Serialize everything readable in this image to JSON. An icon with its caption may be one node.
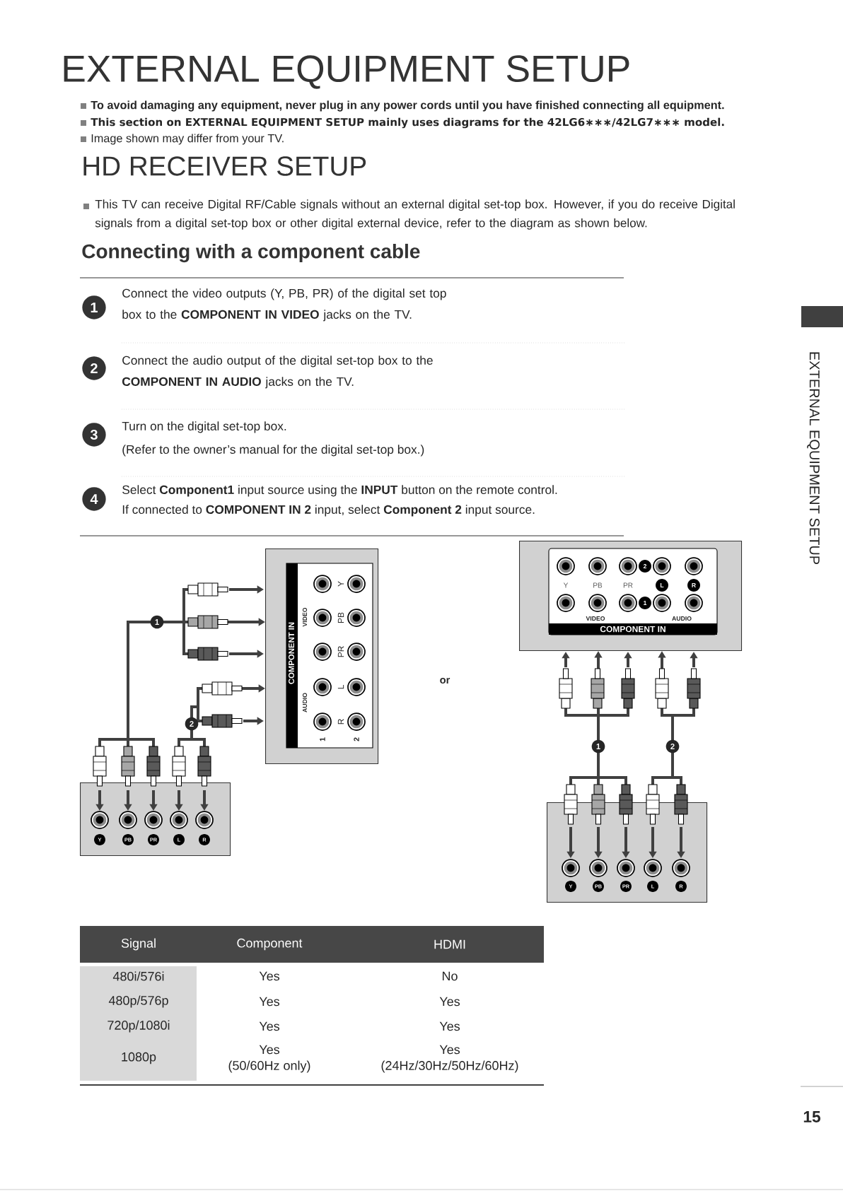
{
  "diagram": {
    "title": "EXTERNAL EQUIPMENT SETUP",
    "nodes": [
      {
        "text": [
          "1"
        ],
        "beside": [
          "Connect the video outputs (Y, PB, PR) of the digital set top box to the **COMPONENT IN VIDEO** jacks on the TV."
        ]
      },
      {
        "text": [
          "2"
        ],
        "beside": [
          "Connect the audio output of the digital set-top box to the **COMPONENT IN AUDIO** jacks on the TV."
        ]
      },
      {
        "text": [
          "3"
        ],
        "beside": [
          "Turn on the digital set-top box.",
          "(Refer to the owner’s manual for the digital set-top box.)"
        ]
      },
      {
        "text": [
          "4"
        ],
        "beside": [
          "Select **Component1** input source using the **INPUT** button on the remote control.",
          "If connected to **COMPONENT IN 2** input, select **Component 2** input source."
        ]
      },
      {
        "text": [
          "COMPONENT IN",
          "VIDEO",
          "AUDIO",
          "Y",
          "PB",
          "PR",
          "L",
          "R",
          "1",
          "2"
        ]
      },
      {
        "text": [
          "Y",
          "PB",
          "PR",
          "L",
          "R"
        ]
      },
      {
        "text": [
          "2",
          "Y",
          "PB",
          "PR",
          "L",
          "R",
          "1",
          "VIDEO",
          "AUDIO",
          "COMPONENT IN"
        ]
      },
      {
        "text": [
          "Y",
          "PB",
          "PR",
          "L",
          "R"
        ]
      }
    ],
    "edges": [
      {
        "from": 5,
        "to": 4,
        "arrow": "to",
        "label": "1"
      },
      {
        "from": 5,
        "to": 4,
        "arrow": "to",
        "label": "2"
      },
      {
        "from": 7,
        "to": 6,
        "arrow": "to",
        "label": "1"
      },
      {
        "from": 7,
        "to": 6,
        "arrow": "to",
        "label": "2"
      }
    ],
    "labels": [
      "To avoid damaging any equipment, never plug in any power cords until you have finished connecting all equipment.",
      "This section on EXTERNAL EQUIPMENT SETUP mainly uses diagrams for the 42LG6∗∗∗/42LG7∗∗∗ model.",
      "Image shown may differ from your TV.",
      "HD RECEIVER SETUP",
      "This TV can receive Digital RF/Cable signals without an external digital set-top box. However, if you do receive Digital signals from a digital set-top box or other digital external device, refer to the diagram as shown below.",
      "Connecting with a component cable",
      "or",
      "Signal",
      "Component",
      "HDMI",
      "480i/576i",
      "Yes",
      "No",
      "480p/576p",
      "Yes",
      "Yes",
      "720p/1080i",
      "Yes",
      "Yes",
      "1080p",
      "Yes",
      "(50/60Hz only)",
      "Yes",
      "(24Hz/30Hz/50Hz/60Hz)",
      "EXTERNAL EQUIPMENT SETUP",
      "15"
    ]
  }
}
